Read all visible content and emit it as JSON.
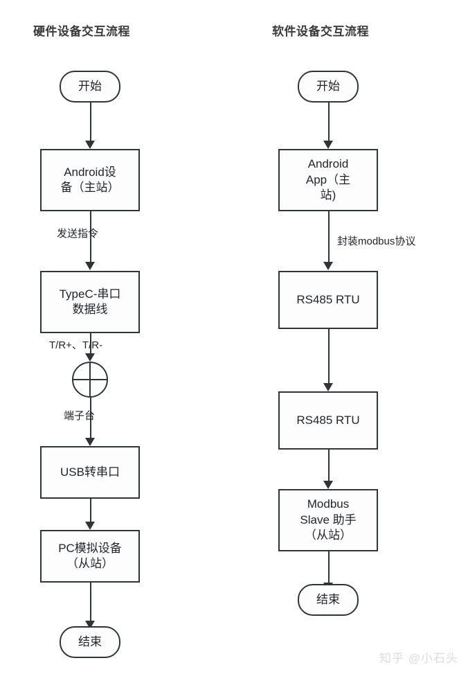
{
  "diagram": {
    "title_left": "硬件设备交互流程",
    "title_right": "软件设备交互流程",
    "watermark": "知乎 @小石头",
    "colors": {
      "stroke": "#2f3437",
      "node_fill": "#fdfdfd",
      "text": "#1f2328",
      "title": "#3a3a3a",
      "watermark": "#dcdcdc"
    }
  },
  "left_flow": {
    "nodes": [
      {
        "id": "l1",
        "shape": "terminator",
        "label": "开始"
      },
      {
        "id": "l2",
        "shape": "process",
        "label": "Android设\n备（主站）"
      },
      {
        "id": "l3",
        "shape": "process",
        "label": "TypeC-串口\n数据线"
      },
      {
        "id": "l4",
        "shape": "circle",
        "label": ""
      },
      {
        "id": "l5",
        "shape": "process",
        "label": "USB转串口"
      },
      {
        "id": "l6",
        "shape": "process",
        "label": "PC模拟设备\n（从站）"
      },
      {
        "id": "l7",
        "shape": "terminator",
        "label": "结束"
      }
    ],
    "edge_labels": {
      "e1": "",
      "e2": "发送指令",
      "e3": "T/R+、T/R-",
      "e4": "端子台",
      "e5": "",
      "e6": ""
    }
  },
  "right_flow": {
    "nodes": [
      {
        "id": "r1",
        "shape": "terminator",
        "label": "开始"
      },
      {
        "id": "r2",
        "shape": "process",
        "label": "Android\nApp（主\n站)"
      },
      {
        "id": "r3",
        "shape": "process",
        "label": "RS485 RTU"
      },
      {
        "id": "r4",
        "shape": "process",
        "label": "RS485 RTU"
      },
      {
        "id": "r5",
        "shape": "process",
        "label": "Modbus\nSlave 助手\n（从站）"
      },
      {
        "id": "r6",
        "shape": "terminator",
        "label": "结束"
      }
    ],
    "edge_labels": {
      "e1": "",
      "e2": "封装modbus协议",
      "e3": "",
      "e4": "",
      "e5": ""
    }
  }
}
